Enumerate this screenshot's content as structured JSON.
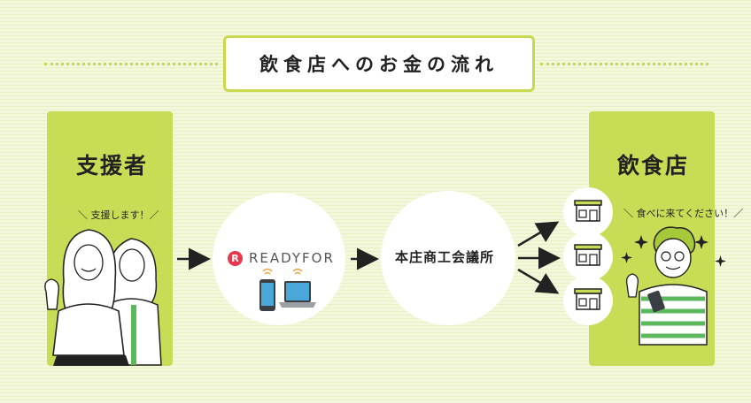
{
  "title": "飲食店へのお金の流れ",
  "supporter": {
    "label": "支援者",
    "speech": "＼ 支援します！／"
  },
  "platform": {
    "logo_mark": "R",
    "logo_text": "READYFOR",
    "devices": [
      "smartphone-icon",
      "laptop-icon"
    ]
  },
  "intermediary": {
    "label": "本庄商工会議所"
  },
  "restaurant": {
    "label": "飲食店",
    "speech": "＼ 食べに来てください！／",
    "shops": [
      "shop-icon",
      "shop-icon",
      "shop-icon"
    ]
  },
  "colors": {
    "accent_green": "#c9dc55",
    "background": "#f3f7dc",
    "brand_red": "#e8384f",
    "stripe": "#5cb85c"
  }
}
